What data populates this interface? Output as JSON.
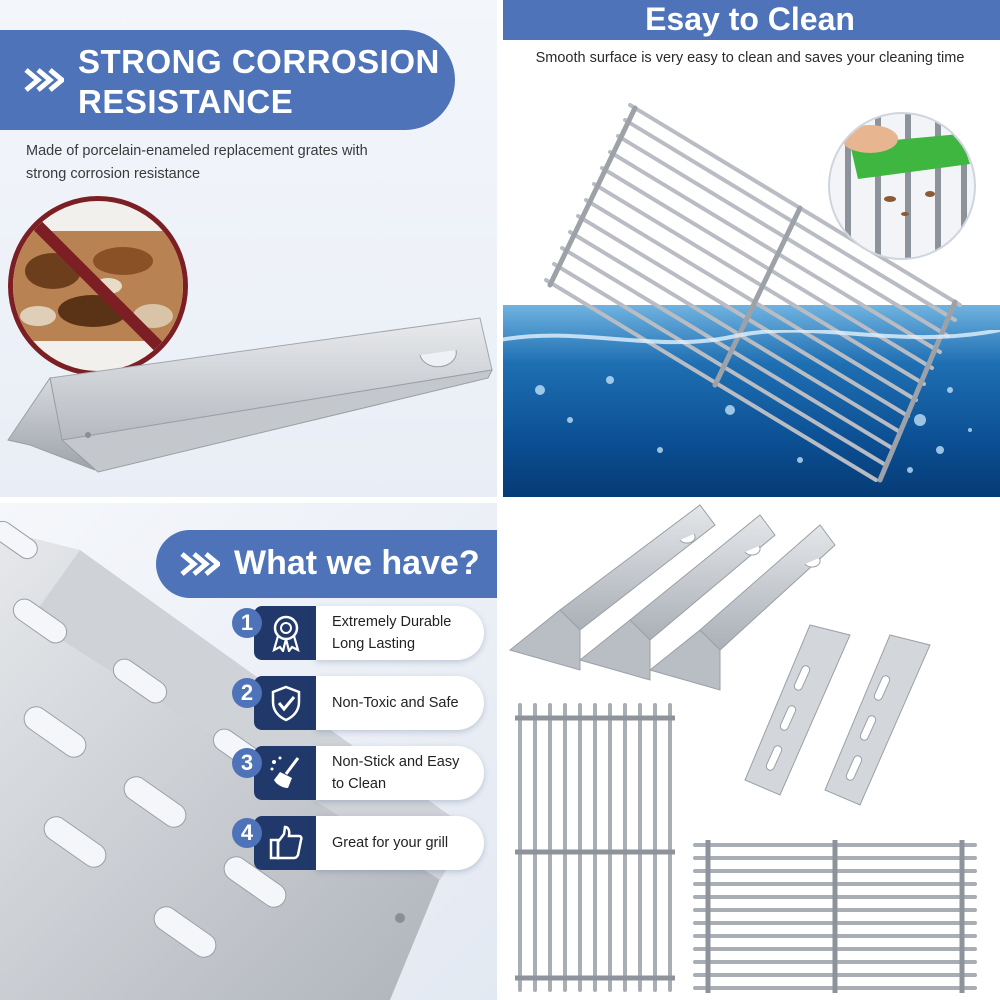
{
  "panel_clean": {
    "title": "Esay to Clean",
    "subtitle": "Smooth surface is very easy to clean and saves your cleaning time"
  },
  "panel_corrosion": {
    "title": "STRONG CORROSION RESISTANCE",
    "description": "Made of porcelain-enameled replacement grates with strong corrosion resistance"
  },
  "panel_features": {
    "title": "What we have?",
    "items": [
      {
        "number": "1",
        "label": "Extremely Durable\nLong Lasting",
        "icon": "award-ribbon-icon"
      },
      {
        "number": "2",
        "label": "Non-Toxic and Safe",
        "icon": "shield-check-icon"
      },
      {
        "number": "3",
        "label": "Non-Stick and Easy\nto Clean",
        "icon": "cleaning-brush-icon"
      },
      {
        "number": "4",
        "label": "Great for your grill",
        "icon": "thumbs-up-icon"
      }
    ]
  },
  "colors": {
    "accent_blue": "#4e73b8",
    "dark_navy": "#20386a",
    "rust_ban_red": "#7c1f24",
    "water_blue": "#0b4f93",
    "steel": "#c9ccd1"
  }
}
